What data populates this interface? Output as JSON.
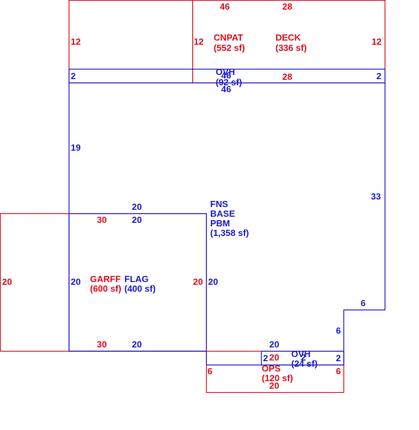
{
  "colors": {
    "red": "#e0101e",
    "blue": "#1c1ccc"
  },
  "areas": {
    "cnpat": {
      "name": "CNPAT",
      "size": "(552 sf)"
    },
    "deck": {
      "name": "DECK",
      "size": "(336 sf)"
    },
    "ovh_top": {
      "name": "OVH",
      "size": "(92 sf)"
    },
    "fns": {
      "line1": "FNS",
      "line2": "BASE",
      "line3": "PBM",
      "size": "(1,358 sf)"
    },
    "garff": {
      "name": "GARFF",
      "size": "(600 sf)"
    },
    "flag": {
      "name": "FLAG",
      "size": "(400 sf)"
    },
    "ovh_bottom": {
      "name": "OVH",
      "size": "(24 sf)"
    },
    "ops": {
      "name": "OPS",
      "size": "(120 sf)"
    }
  },
  "dimensions": {
    "cnpat_top": "46",
    "deck_top": "28",
    "cnpat_left": "12",
    "cnpat_right": "12",
    "deck_right": "12",
    "ovh_top_left": "2",
    "ovh_top_right": "2",
    "ovh_top_bottom_28": "28",
    "ovh_top_bottom_46": "46",
    "ovh_top_overlap": "46",
    "house_left_19": "19",
    "house_right_33": "33",
    "flag_top_outer": "20",
    "flag_top_inner": "20",
    "garage_top": "30",
    "garage_left": "20",
    "garage_right": "20",
    "flag_left": "20",
    "flag_right": "20",
    "garage_bottom": "30",
    "flag_bottom": "20",
    "step_6": "6",
    "house_bottom_6": "6",
    "house_bottom_20": "20",
    "ovh_bottom_left": "2",
    "ovh_bottom_right": "2",
    "ovh_bottom_top": "20",
    "ovh_bottom_inner": "2",
    "ops_left": "6",
    "ops_right": "6",
    "ops_bottom": "20"
  }
}
